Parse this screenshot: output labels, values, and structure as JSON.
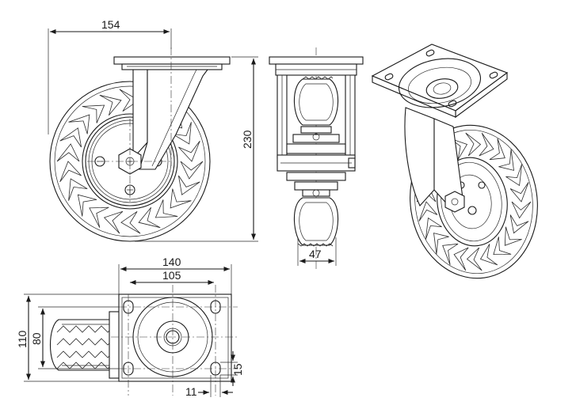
{
  "dimensions": {
    "overall_width": "154",
    "overall_height": "230",
    "wheel_width": "47",
    "plate_width": "140",
    "bolt_spacing_x": "105",
    "plate_length": "110",
    "bolt_spacing_y": "80",
    "slot_width": "11",
    "slot_length": "15"
  }
}
